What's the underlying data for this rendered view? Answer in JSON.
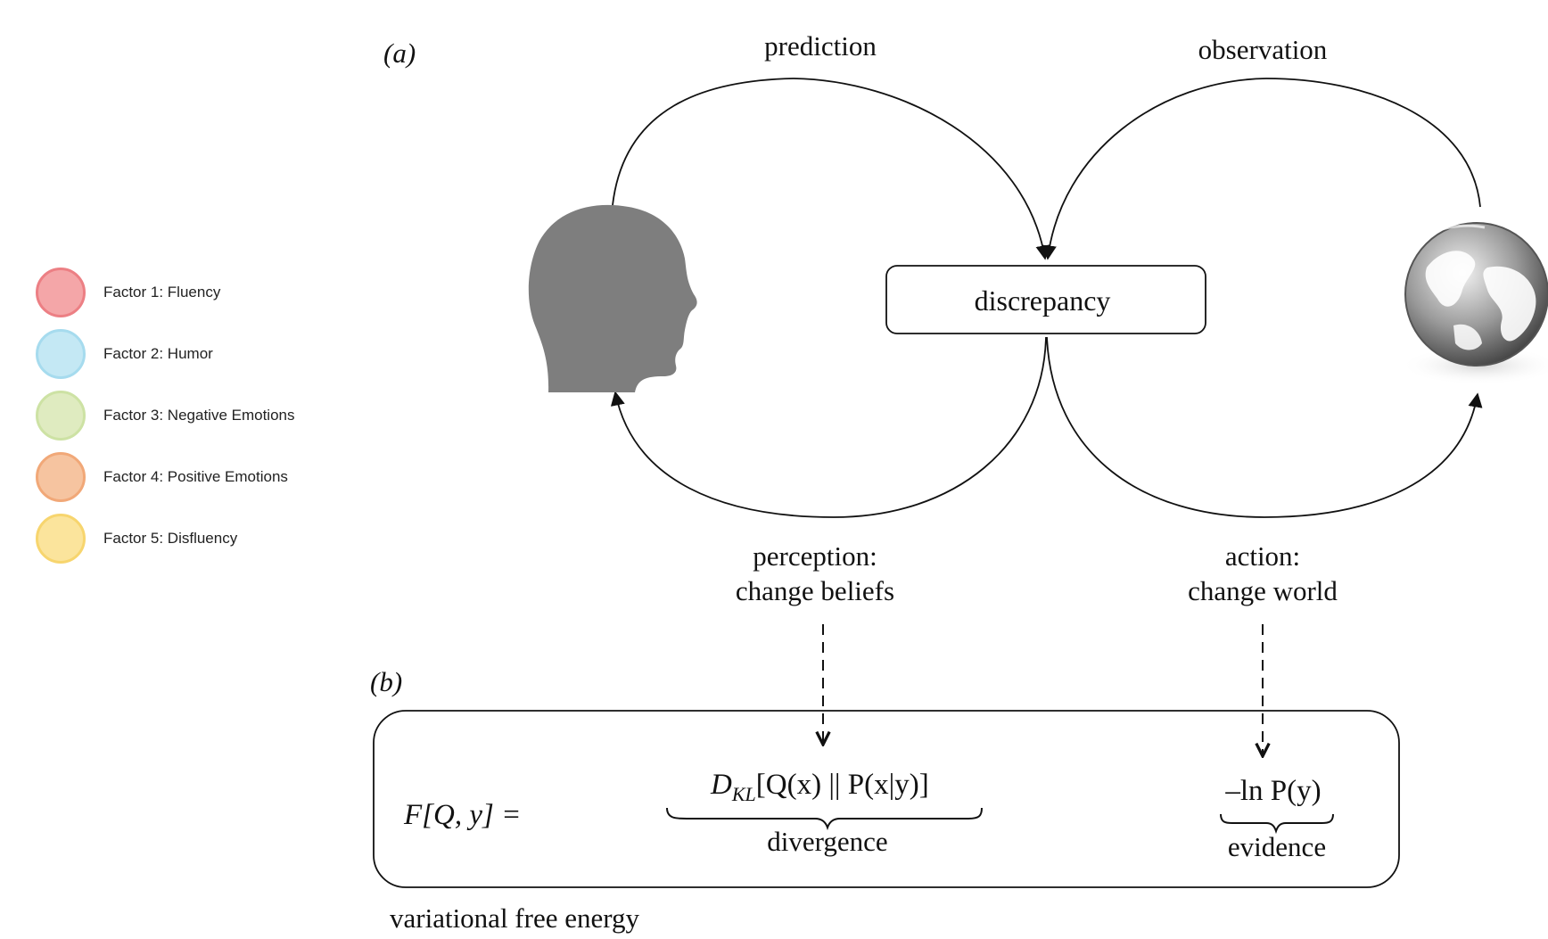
{
  "legend": {
    "items": [
      {
        "label": "Factor 1: Fluency",
        "fill": "#f4a6a8",
        "stroke": "#ec7f84"
      },
      {
        "label": "Factor 2: Humor",
        "fill": "#c4e8f4",
        "stroke": "#a6dbee"
      },
      {
        "label": "Factor 3: Negative Emotions",
        "fill": "#dfebc0",
        "stroke": "#cde2a4"
      },
      {
        "label": "Factor 4: Positive Emotions",
        "fill": "#f6c4a0",
        "stroke": "#f1a878"
      },
      {
        "label": "Factor 5: Disfluency",
        "fill": "#fbe49c",
        "stroke": "#f7d56e"
      }
    ]
  },
  "diagram": {
    "panel_a_label": "(a)",
    "panel_b_label": "(b)",
    "prediction": "prediction",
    "observation": "observation",
    "discrepancy": "discrepancy",
    "perception_line1": "perception:",
    "perception_line2": "change beliefs",
    "action_line1": "action:",
    "action_line2": "change world",
    "caption": "variational free energy",
    "head_icon": "head-silhouette-icon",
    "globe_icon": "globe-icon"
  },
  "equation": {
    "lhs": "F[Q, y] =",
    "kl_term_d": "D",
    "kl_term_sub": "KL",
    "kl_term_rest": "[Q(x) || P(x|y)]",
    "divergence_label": "divergence",
    "evidence_term": "–ln P(y)",
    "evidence_label": "evidence"
  }
}
